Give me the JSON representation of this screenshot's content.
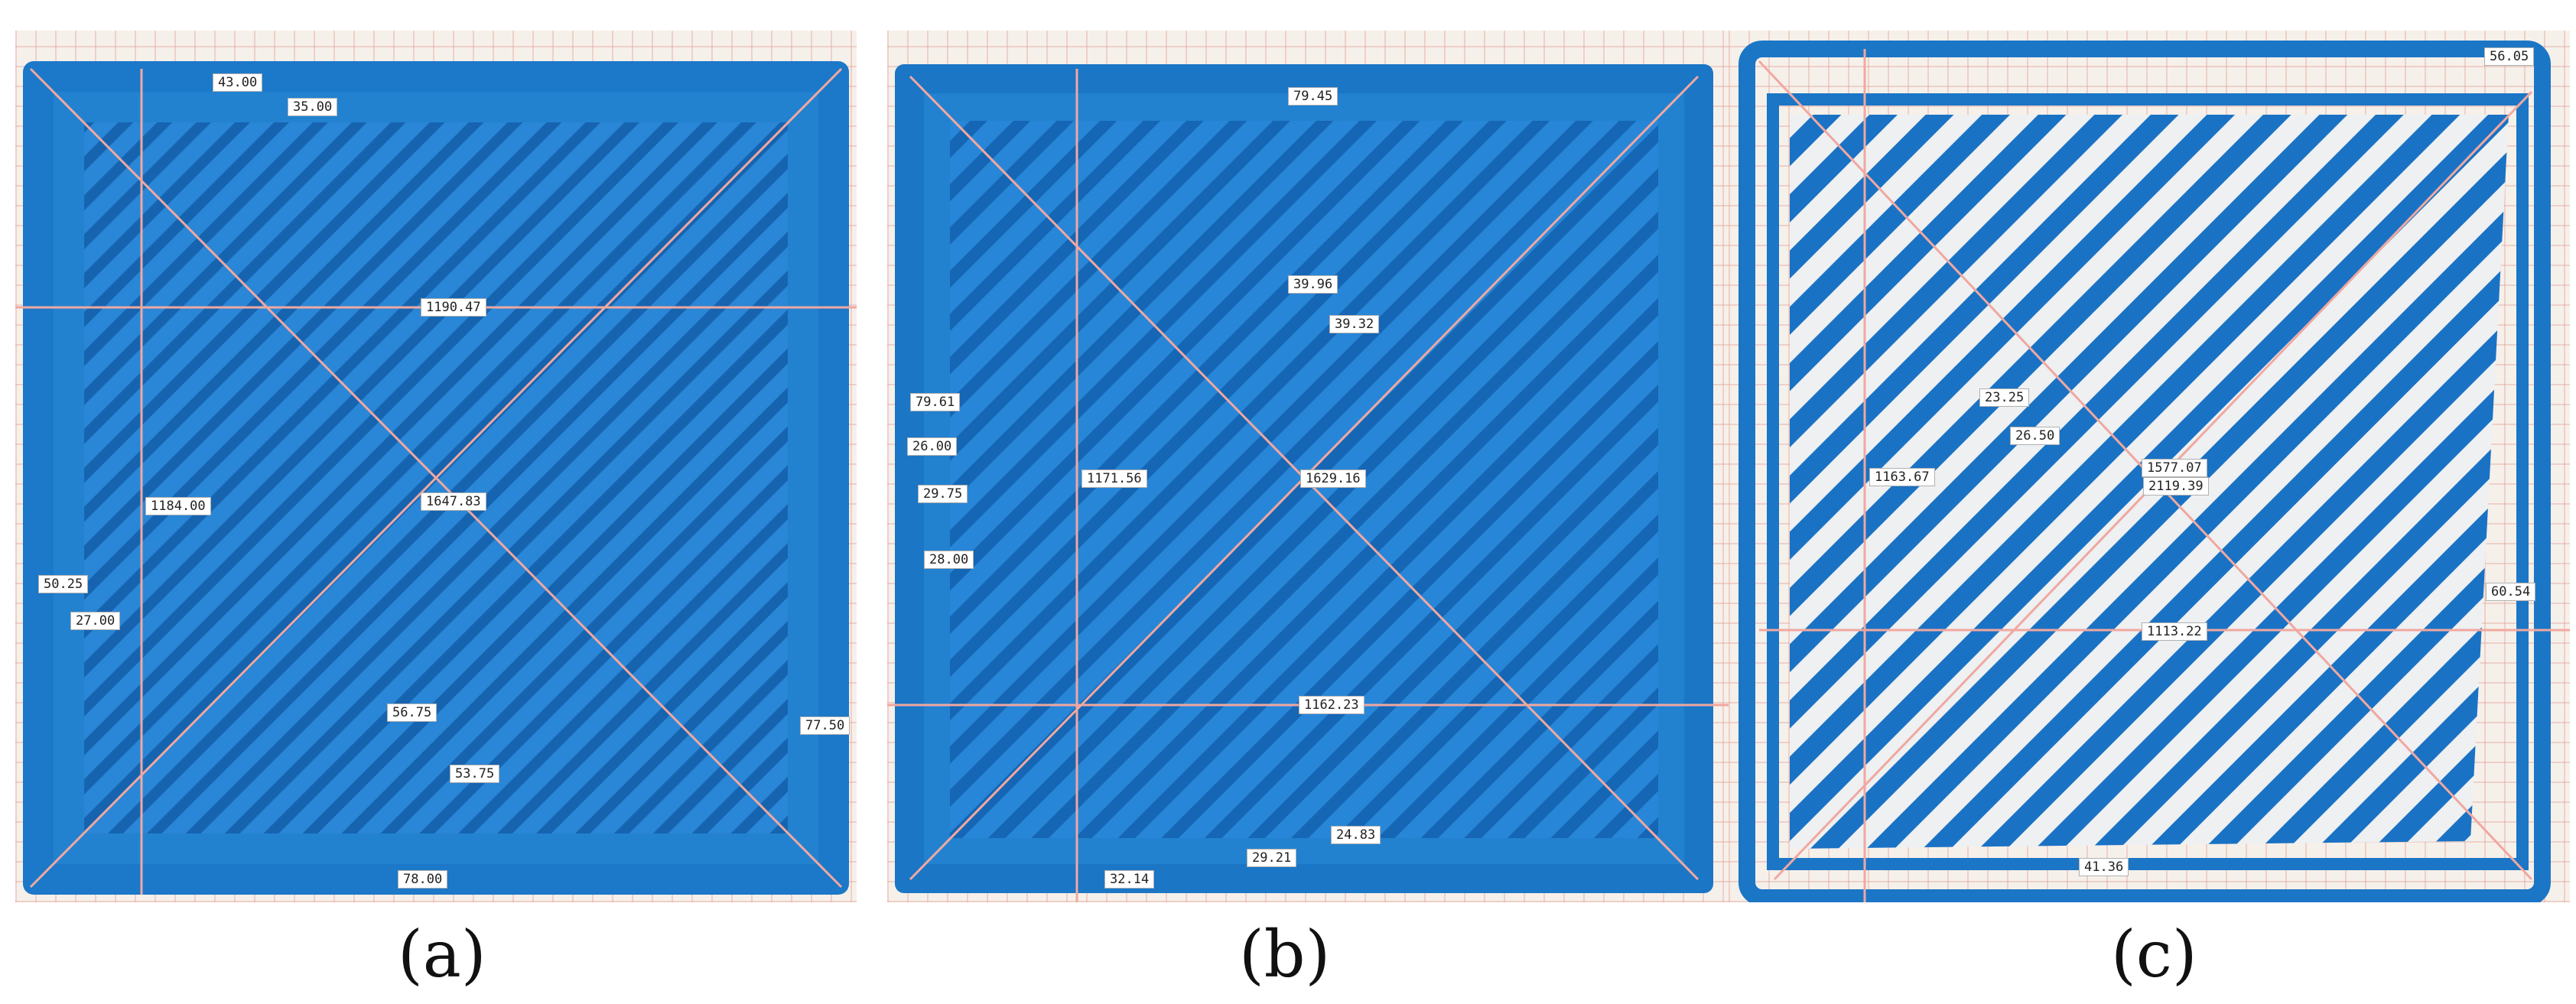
{
  "panels": {
    "a": {
      "caption": "(a)",
      "measurements": [
        "43.00",
        "35.00",
        "1190.47",
        "1184.00",
        "1647.83",
        "50.25",
        "27.00",
        "56.75",
        "53.75",
        "77.50",
        "78.00"
      ]
    },
    "b": {
      "caption": "(b)",
      "measurements": [
        "79.45",
        "39.96",
        "39.32",
        "79.61",
        "26.00",
        "29.75",
        "28.00",
        "1171.56",
        "1629.16",
        "1162.23",
        "24.83",
        "29.21",
        "32.14"
      ]
    },
    "c": {
      "caption": "(c)",
      "measurements": [
        "56.05",
        "23.25",
        "26.50",
        "1577.07",
        "2119.39",
        "1163.67",
        "60.54",
        "1113.22",
        "41.36"
      ]
    }
  },
  "colors": {
    "filament": "#1f7fd0",
    "filament_dark": "#1565b0",
    "measure_line": "#f0a8a0"
  }
}
